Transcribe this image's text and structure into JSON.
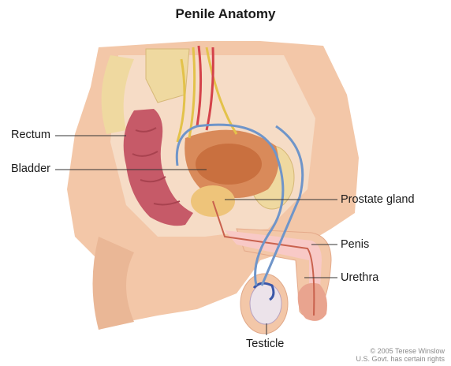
{
  "title": "Penile Anatomy",
  "labels": {
    "rectum": "Rectum",
    "bladder": "Bladder",
    "prostate": "Prostate gland",
    "penis": "Penis",
    "urethra": "Urethra",
    "testicle": "Testicle"
  },
  "credit": {
    "line1": "© 2005 Terese Winslow",
    "line2": "U.S. Govt. has certain rights"
  },
  "colors": {
    "skin": "#f3c7a8",
    "tissue": "#f6dcc6",
    "rectum": "#c65a68",
    "bladder": "#d98a5a",
    "prostate": "#eec47a",
    "vas": "#6f95c9",
    "nerve": "#e3c24a",
    "bone": "#efd9a0"
  }
}
